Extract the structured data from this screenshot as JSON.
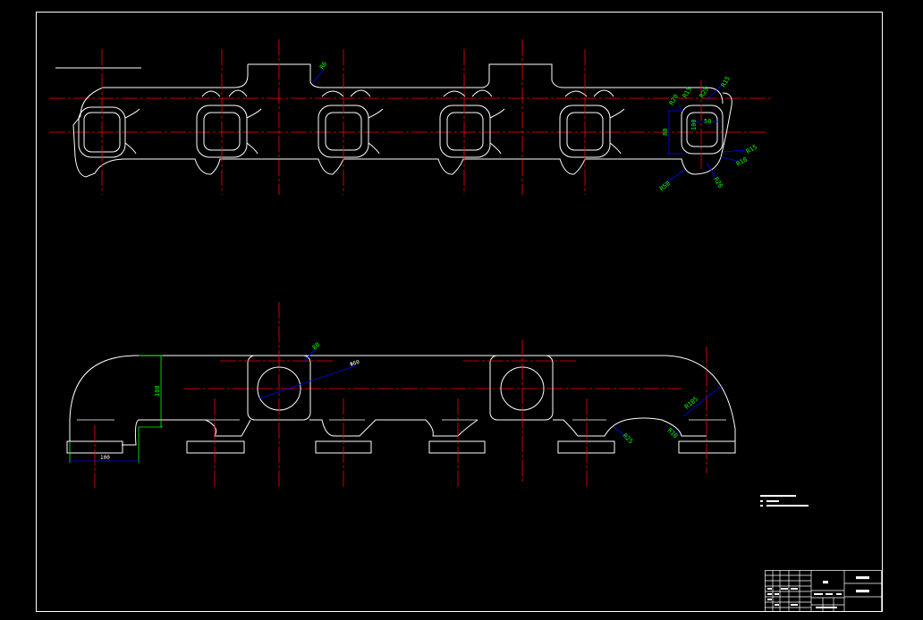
{
  "drawing": {
    "colors": {
      "background": "#000000",
      "outline": "#ffffff",
      "centerline": "#ff0000",
      "dimension_text": "#00ff00",
      "dimension_line": "#0000ff"
    },
    "top_view": {
      "dimensions": {
        "r_upper_boss": "R6",
        "r_a": "R20",
        "r_b": "R15",
        "r_c": "R25",
        "r_d": "R15",
        "width_50": "50",
        "height_80": "80",
        "height_100": "100",
        "r_e": "R15",
        "r_f": "R10",
        "r_g": "R50",
        "r_h": "R20"
      }
    },
    "front_view": {
      "dimensions": {
        "height_100": "100",
        "length_100": "100",
        "r_boss": "80",
        "dia_port": "Φ60",
        "r_end": "R105",
        "r_port_a": "R25",
        "r_port_b": "R10"
      }
    },
    "title_block": {
      "cell_main": "■■",
      "cell_right_top": "■■■■■",
      "cell_right_mid": "■■■■■"
    }
  }
}
